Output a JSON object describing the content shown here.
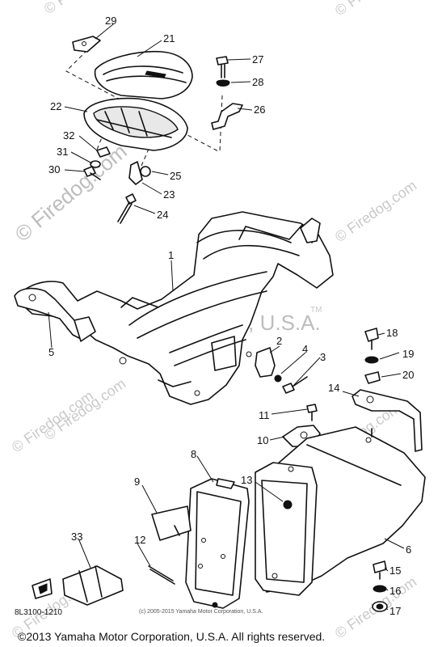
{
  "watermarks": {
    "site": "© Firedog.com",
    "maker": "Yamaha Motor Corp, U.S.A.",
    "tm": "TM"
  },
  "diagram_ref": "8L3100-1210",
  "inner_copyright": "(c) 2005-2015 Yamaha Motor Corporation, U.S.A.",
  "footer": "©2013 Yamaha Motor Corporation, U.S.A. All rights reserved.",
  "parts": {
    "p1": "1",
    "p2": "2",
    "p3": "3",
    "p4": "4",
    "p5": "5",
    "p6": "6",
    "p8": "8",
    "p9": "9",
    "p10": "10",
    "p11": "11",
    "p12": "12",
    "p13": "13",
    "p14": "14",
    "p15": "15",
    "p16": "16",
    "p17": "17",
    "p18": "18",
    "p19": "19",
    "p20": "20",
    "p21": "21",
    "p22": "22",
    "p23": "23",
    "p24": "24",
    "p25": "25",
    "p26": "26",
    "p27": "27",
    "p28": "28",
    "p29": "29",
    "p30": "30",
    "p31": "31",
    "p32": "32",
    "p33": "33"
  }
}
